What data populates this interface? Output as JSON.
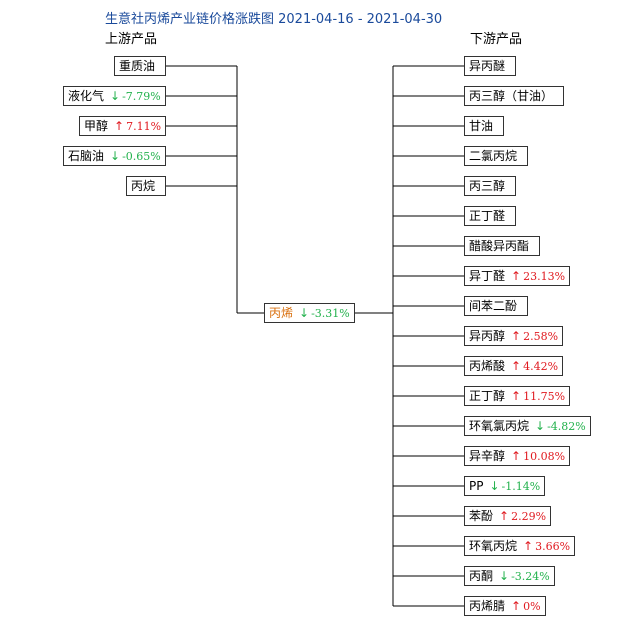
{
  "title": "生意社丙烯产业链价格涨跌图 2021-04-16 - 2021-04-30",
  "upstream_label": "上游产品",
  "downstream_label": "下游产品",
  "center": {
    "name": "丙烯",
    "dir": "down",
    "change": "-3.31%"
  },
  "upstream": [
    {
      "name": "重质油"
    },
    {
      "name": "液化气",
      "dir": "down",
      "change": "-7.79%"
    },
    {
      "name": "甲醇",
      "dir": "up",
      "change": "7.11%"
    },
    {
      "name": "石脑油",
      "dir": "down",
      "change": "-0.65%"
    },
    {
      "name": "丙烷"
    }
  ],
  "downstream": [
    {
      "name": "异丙醚"
    },
    {
      "name": "丙三醇（甘油）"
    },
    {
      "name": "甘油"
    },
    {
      "name": "二氯丙烷"
    },
    {
      "name": "丙三醇"
    },
    {
      "name": "正丁醛"
    },
    {
      "name": "醋酸异丙酯"
    },
    {
      "name": "异丁醛",
      "dir": "up",
      "change": "23.13%"
    },
    {
      "name": "间苯二酚"
    },
    {
      "name": "异丙醇",
      "dir": "up",
      "change": "2.58%"
    },
    {
      "name": "丙烯酸",
      "dir": "up",
      "change": "4.42%"
    },
    {
      "name": "正丁醇",
      "dir": "up",
      "change": "11.75%"
    },
    {
      "name": "环氧氯丙烷",
      "dir": "down",
      "change": "-4.82%"
    },
    {
      "name": "异辛醇",
      "dir": "up",
      "change": "10.08%"
    },
    {
      "name": "PP",
      "dir": "down",
      "change": "-1.14%"
    },
    {
      "name": "苯酚",
      "dir": "up",
      "change": "2.29%"
    },
    {
      "name": "环氧丙烷",
      "dir": "up",
      "change": "3.66%"
    },
    {
      "name": "丙酮",
      "dir": "down",
      "change": "-3.24%"
    },
    {
      "name": "丙烯腈",
      "dir": "up",
      "change": "0%"
    }
  ]
}
